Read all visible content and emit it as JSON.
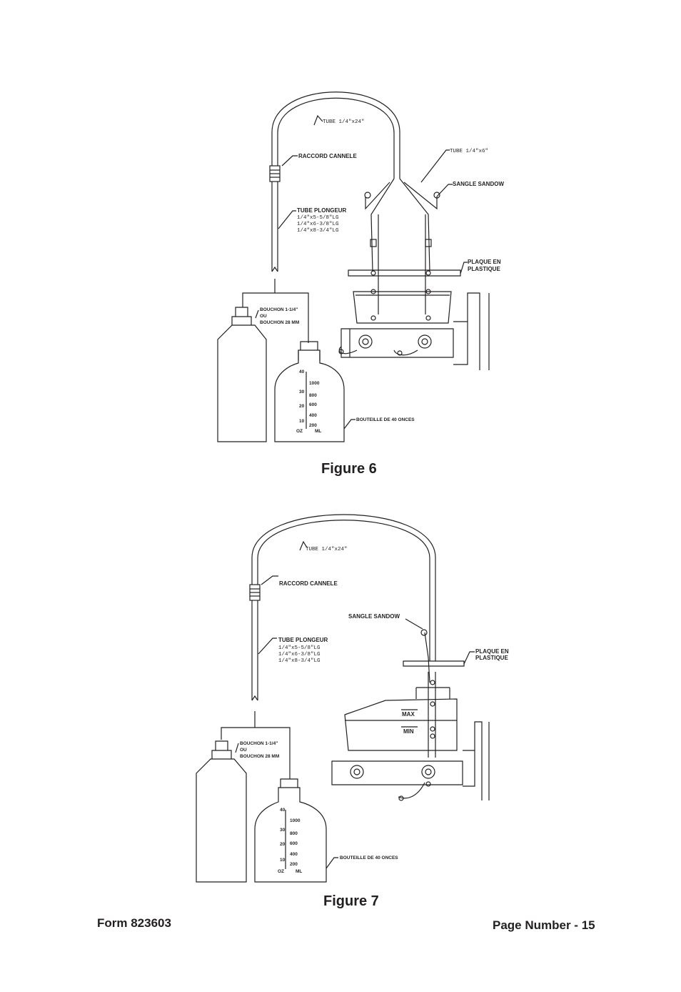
{
  "figure6": {
    "caption": "Figure 6",
    "labels": {
      "tube_long": "TUBE 1/4\"x24\"",
      "tube_short": "TUBE 1/4\"x6\"",
      "fitting": "RACCORD CANNELE",
      "strap": "SANGLE SANDOW",
      "dip_tube_title": "TUBE PLONGEUR",
      "dip_tube_sizes": [
        "1/4\"x5-5/8\"LG",
        "1/4\"x6-3/8\"LG",
        "1/4\"x8-3/4\"LG"
      ],
      "plate": [
        "PLAQUE EN",
        "PLASTIQUE"
      ],
      "cap": [
        "BOUCHON 1-1/4\"",
        "OU",
        "BOUCHON 28 MM"
      ],
      "bottle": "BOUTEILLE DE 40 ONCES"
    }
  },
  "figure7": {
    "caption": "Figure 7",
    "labels": {
      "tube_long": "TUBE 1/4\"x24\"",
      "fitting": "RACCORD CANNELE",
      "strap": "SANGLE SANDOW",
      "dip_tube_title": "TUBE PLONGEUR",
      "dip_tube_sizes": [
        "1/4\"x5-5/8\"LG",
        "1/4\"x6-3/8\"LG",
        "1/4\"x8-3/4\"LG"
      ],
      "plate": [
        "PLAQUE EN",
        "PLASTIQUE"
      ],
      "cap": [
        "BOUCHON 1-1/4\"",
        "OU",
        "BOUCHON 28 MM"
      ],
      "bottle": "BOUTEILLE DE 40 ONCES",
      "reservoir_max": "MAX",
      "reservoir_min": "MIN"
    }
  },
  "bottle_scale": {
    "oz_ticks": [
      "40",
      "30",
      "20",
      "10"
    ],
    "ml_ticks": [
      "1000",
      "800",
      "600",
      "400",
      "200"
    ],
    "oz_unit": "OZ",
    "ml_unit": "ML"
  },
  "footer": {
    "form": "Form 823603",
    "page": "Page Number - 15"
  }
}
